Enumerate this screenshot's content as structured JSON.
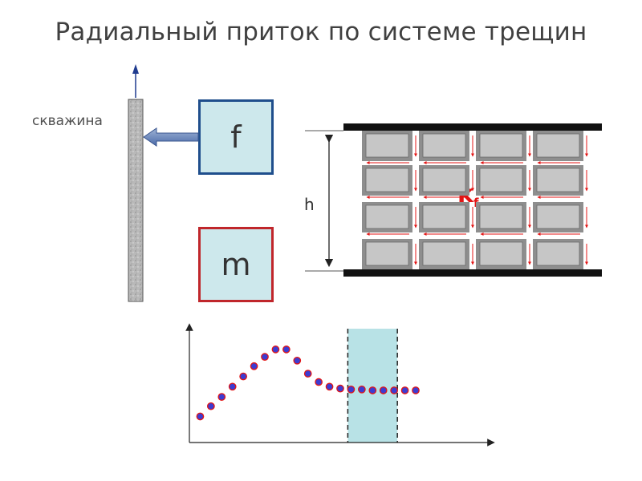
{
  "title": "Радиальный приток по системе трещин",
  "well_label": "скважина",
  "box_f_label": "f",
  "box_m_label": "m",
  "height_label": "h",
  "permeability_label": "k",
  "permeability_subscript": "f",
  "colors": {
    "fracture_box_border": "#1f4e8c",
    "matrix_box_border": "#c0262b",
    "box_fill": "#cde8ec",
    "flow_arrows": "#e31414",
    "plot_points": "#3c3cd2",
    "plot_band": "#b8e2e6"
  },
  "icons": {
    "well": "well-column",
    "flow": "flow-arrow",
    "upward": "up-arrow"
  },
  "chart_data": {
    "type": "scatter",
    "title": "",
    "xlabel": "",
    "ylabel": "",
    "x": [
      0,
      1,
      2,
      3,
      4,
      5,
      6,
      7,
      8,
      9,
      10,
      11,
      12,
      13,
      14,
      15,
      16,
      17,
      18,
      19,
      20
    ],
    "y": [
      0.04,
      0.15,
      0.25,
      0.36,
      0.47,
      0.58,
      0.68,
      0.76,
      0.76,
      0.64,
      0.5,
      0.41,
      0.36,
      0.34,
      0.33,
      0.33,
      0.32,
      0.32,
      0.32,
      0.32,
      0.32
    ],
    "highlight_x_range": [
      13.7,
      18.3
    ],
    "xlim": [
      -1,
      27
    ],
    "ylim": [
      -0.24,
      1.0
    ],
    "grid": false
  }
}
